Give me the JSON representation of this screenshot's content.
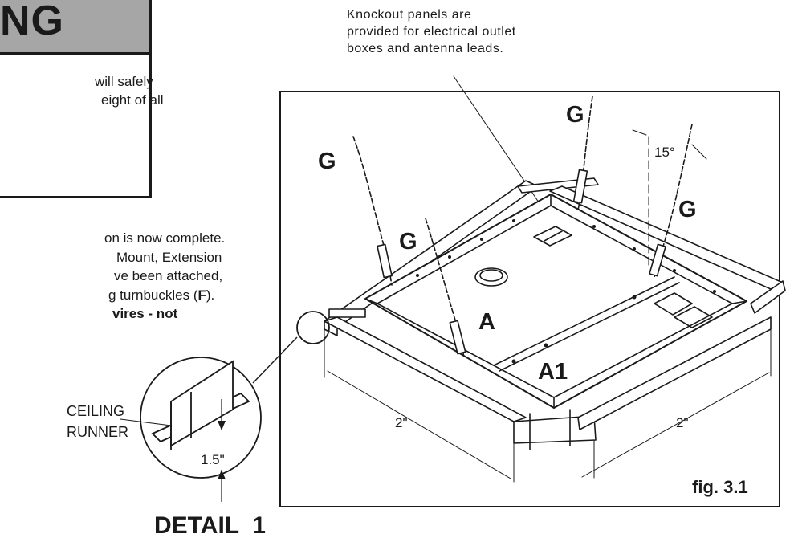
{
  "warning": {
    "title": "NG",
    "lines": [
      "will safely",
      "eight of all"
    ]
  },
  "instructions": {
    "line1": "on is now complete.",
    "line2": "Mount, Extension",
    "line3": "ve been attached,",
    "line4_pre": "g turnbuckles (",
    "line4_bold": "F",
    "line4_post": ").",
    "line5_bold": "vires - not"
  },
  "callout": {
    "lines": [
      "Knockout panels are",
      "provided for electrical outlet",
      "boxes and antenna leads."
    ]
  },
  "labels": {
    "g": "G",
    "a": "A",
    "a1": "A1",
    "angle": "15°",
    "dim_left": "2\"",
    "dim_right": "2\"",
    "fig": "fig. 3.1",
    "ceiling_runner_1": "CEILING",
    "ceiling_runner_2": "RUNNER",
    "dim_detail": "1.5\"",
    "detail": "DETAIL  1"
  }
}
